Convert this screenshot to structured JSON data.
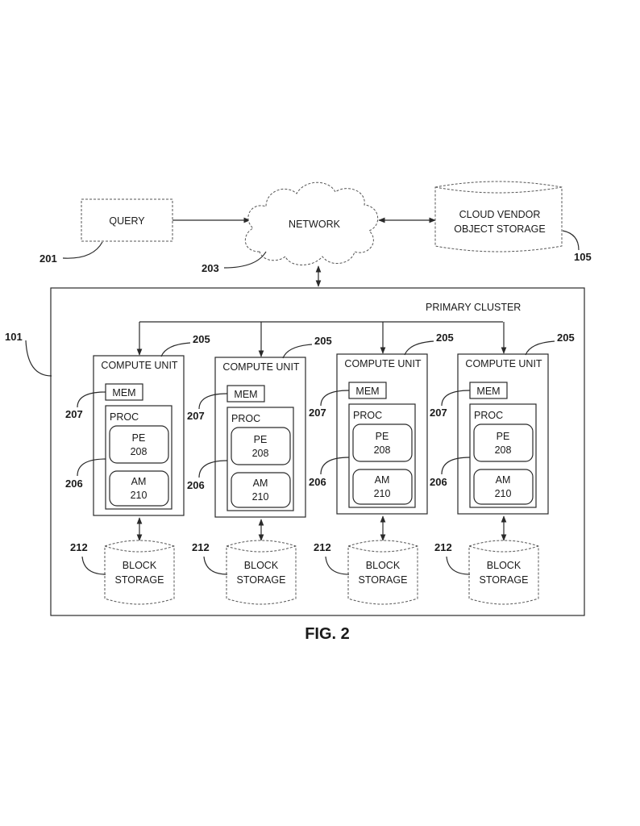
{
  "query": {
    "label": "QUERY",
    "ref": "201"
  },
  "network": {
    "label": "NETWORK",
    "ref": "203"
  },
  "object_storage": {
    "line1": "CLOUD VENDOR",
    "line2": "OBJECT STORAGE",
    "ref": "105"
  },
  "cluster": {
    "label": "PRIMARY CLUSTER",
    "ref": "101"
  },
  "compute_units": [
    {
      "title": "COMPUTE UNIT",
      "ref": "205",
      "mem": "MEM",
      "mem_ref": "207",
      "proc": "PROC",
      "proc_ref": "206",
      "pe": "PE",
      "pe_ref": "208",
      "am": "AM",
      "am_ref": "210",
      "storage_line1": "BLOCK",
      "storage_line2": "STORAGE",
      "storage_ref": "212"
    },
    {
      "title": "COMPUTE UNIT",
      "ref": "205",
      "mem": "MEM",
      "mem_ref": "207",
      "proc": "PROC",
      "proc_ref": "206",
      "pe": "PE",
      "pe_ref": "208",
      "am": "AM",
      "am_ref": "210",
      "storage_line1": "BLOCK",
      "storage_line2": "STORAGE",
      "storage_ref": "212"
    },
    {
      "title": "COMPUTE UNIT",
      "ref": "205",
      "mem": "MEM",
      "mem_ref": "207",
      "proc": "PROC",
      "proc_ref": "206",
      "pe": "PE",
      "pe_ref": "208",
      "am": "AM",
      "am_ref": "210",
      "storage_line1": "BLOCK",
      "storage_line2": "STORAGE",
      "storage_ref": "212"
    },
    {
      "title": "COMPUTE UNIT",
      "ref": "205",
      "mem": "MEM",
      "mem_ref": "207",
      "proc": "PROC",
      "proc_ref": "206",
      "pe": "PE",
      "pe_ref": "208",
      "am": "AM",
      "am_ref": "210",
      "storage_line1": "BLOCK",
      "storage_line2": "STORAGE",
      "storage_ref": "212"
    }
  ],
  "figure_label": "FIG. 2"
}
